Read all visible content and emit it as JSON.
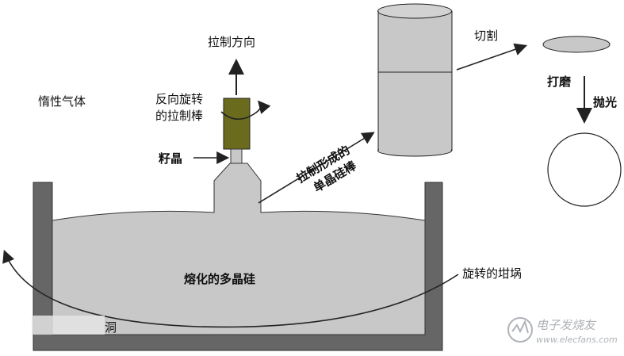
{
  "labels": {
    "inert_gas": "惰性气体",
    "pull_direction": "拉制方向",
    "reverse_rotation_line1": "反向旋转",
    "reverse_rotation_line2": "的拉制棒",
    "seed_crystal": "籽晶",
    "pulled_rod_line1": "拉制形成的",
    "pulled_rod_line2": "单晶硅棒",
    "molten_polysilicon": "熔化的多晶硅",
    "rotating_crucible": "旋转的坩埚",
    "cutting": "切割",
    "grinding": "打磨",
    "polishing": "抛光",
    "corner_fragment": "洞"
  },
  "watermark": {
    "cn": "电子发烧友",
    "url": "www.elecfans.com"
  },
  "colors": {
    "crucible_wall": "#666666",
    "melt": "#c8c8c8",
    "ingot_body": "#c8c8c8",
    "seed_holder": "#6b6b1e",
    "wafer_disc": "#c8c8c8",
    "stroke": "#222222",
    "watermark": "#9aa0a6"
  }
}
